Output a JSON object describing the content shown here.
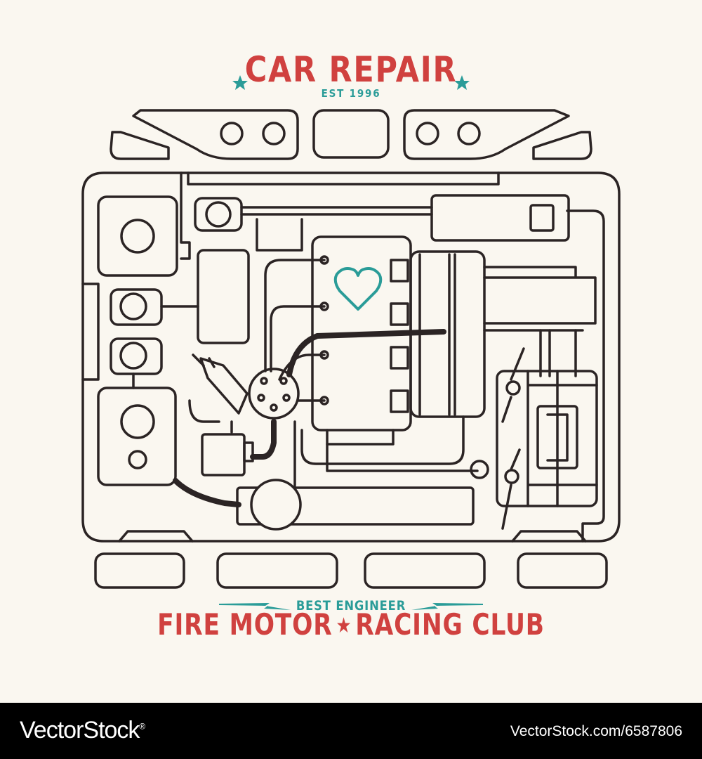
{
  "emblem": {
    "title": "CAR REPAIR",
    "established": "EST 1996",
    "subtitle": "BEST ENGINEER",
    "club_left": "FIRE MOTOR",
    "club_right": "RACING CLUB",
    "star_icon": "star-icon",
    "heart_icon": "heart-icon"
  },
  "watermark": {
    "brand": "VectorStock",
    "brand_reg": "®",
    "url": "VectorStock.com/6587806"
  },
  "colors": {
    "background": "#faf7f0",
    "line": "#2b2424",
    "red": "#d0413f",
    "teal": "#2a9c98",
    "footer": "#000000"
  }
}
